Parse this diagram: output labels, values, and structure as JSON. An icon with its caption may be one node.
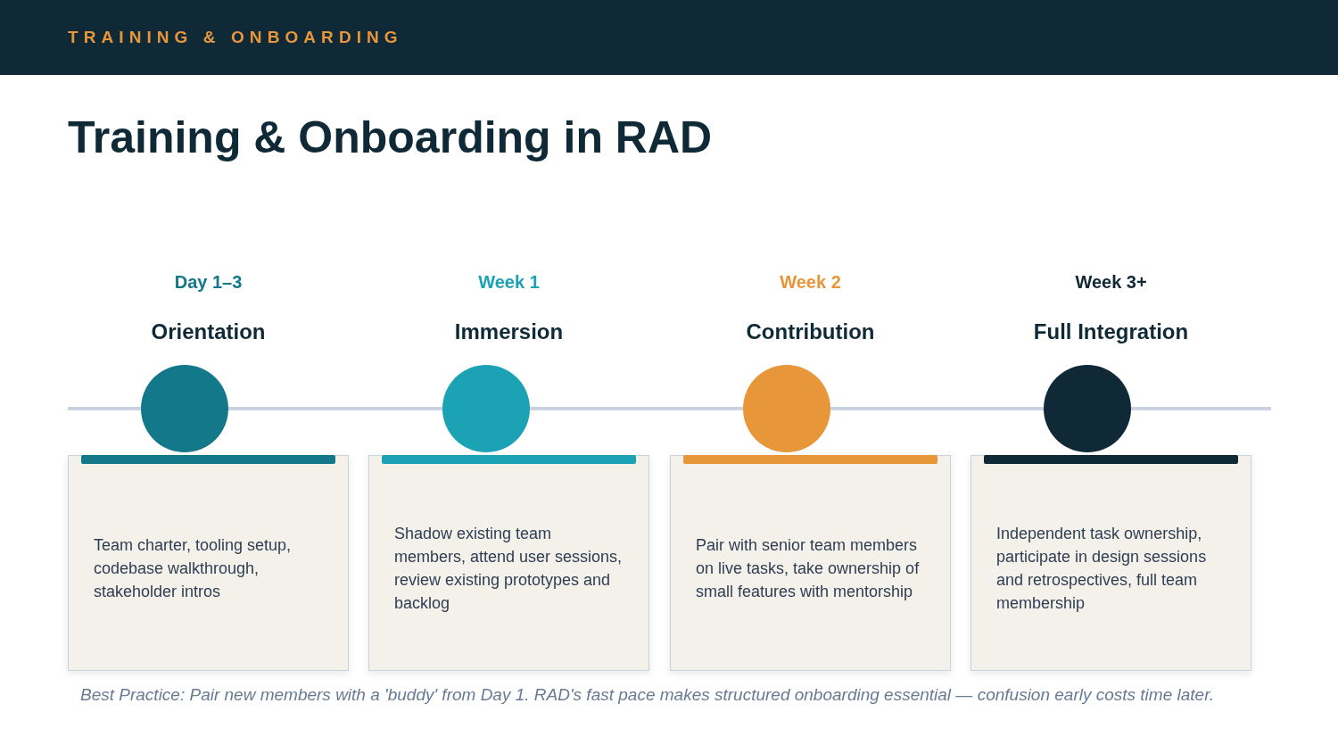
{
  "diagram": {
    "title": "Training & Onboarding in RAD",
    "caption": "Best Practice: Pair new members with a 'buddy' from Day 1. RAD's fast pace makes structured onboarding essential — confusion early costs time later.",
    "nodes": [
      {
        "text": [
          "Team charter, tooling setup, codebase walkthrough, stakeholder intros"
        ],
        "beside": [
          "Day 1–3",
          "Orientation"
        ]
      },
      {
        "text": [],
        "shape": "circle"
      },
      {
        "text": [
          "Shadow existing team members, attend user sessions, review existing prototypes and backlog"
        ],
        "beside": [
          "Week 1",
          "Immersion"
        ]
      },
      {
        "text": [],
        "shape": "circle"
      },
      {
        "text": [
          "Pair with senior team members on live tasks, take ownership of small features with mentorship"
        ],
        "beside": [
          "Week 2",
          "Contribution"
        ]
      },
      {
        "text": [],
        "shape": "circle"
      },
      {
        "text": [
          "Independent task ownership, participate in design sessions and retrospectives, full team membership"
        ],
        "beside": [
          "Week 3+",
          "Full Integration"
        ]
      },
      {
        "text": [],
        "shape": "circle"
      }
    ],
    "edges": [
      {
        "from": null,
        "to": 1,
        "arrow": "none"
      },
      {
        "from": 1,
        "to": 3,
        "arrow": "none"
      },
      {
        "from": 3,
        "to": 5,
        "arrow": "none"
      },
      {
        "from": 5,
        "to": 7,
        "arrow": "none"
      },
      {
        "from": 7,
        "to": null,
        "arrow": "none"
      }
    ],
    "labels": [
      "TRAINING & ONBOARDING"
    ]
  }
}
